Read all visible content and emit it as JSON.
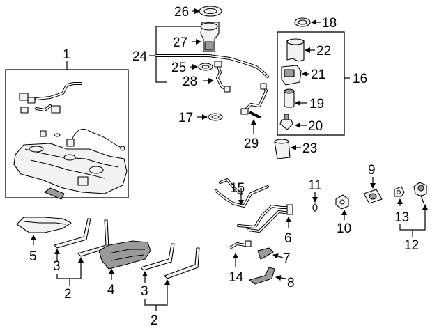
{
  "callouts": {
    "c1": "1",
    "c2a": "2",
    "c2b": "2",
    "c3a": "3",
    "c3b": "3",
    "c4": "4",
    "c5": "5",
    "c6": "6",
    "c7": "7",
    "c8": "8",
    "c9": "9",
    "c10": "10",
    "c11": "11",
    "c12": "12",
    "c13": "13",
    "c14": "14",
    "c15": "15",
    "c16": "16",
    "c17": "17",
    "c18": "18",
    "c19": "19",
    "c20": "20",
    "c21": "21",
    "c22": "22",
    "c23": "23",
    "c24": "24",
    "c25": "25",
    "c26": "26",
    "c27": "27",
    "c28": "28",
    "c29": "29"
  }
}
